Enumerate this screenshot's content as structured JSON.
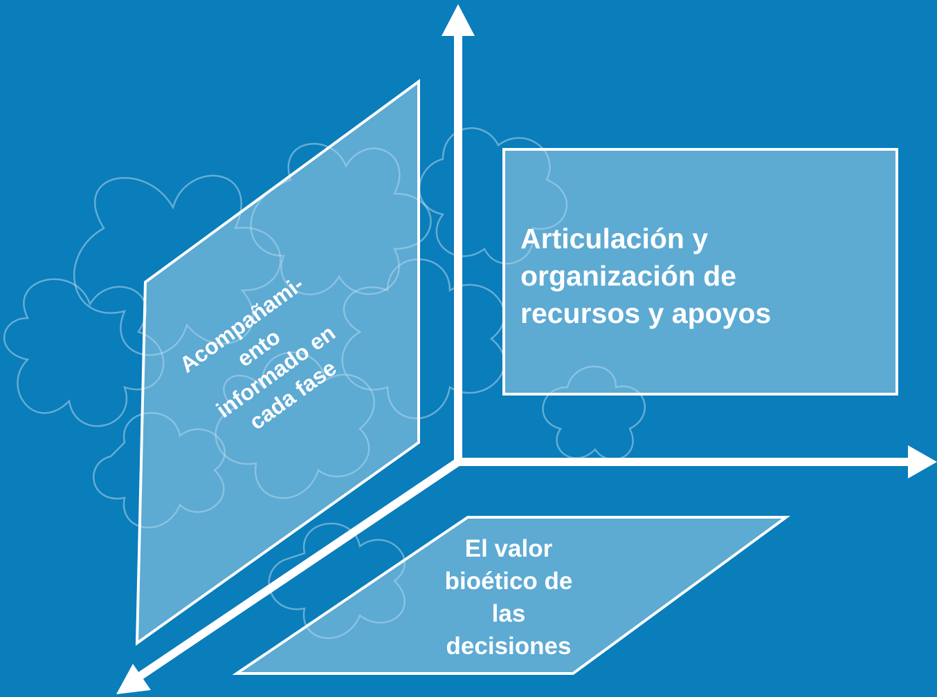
{
  "colors": {
    "background": "#0a7dbb",
    "panel_fill": "rgba(175,215,235,0.5)",
    "stroke": "#ffffff",
    "flower_outline": "rgba(210,232,245,0.45)"
  },
  "decoration": {
    "background_motif": "flower-outline-icon"
  },
  "axes": {
    "arrowheads": [
      "arrow-up-icon",
      "arrow-right-icon",
      "arrow-down-left-icon"
    ]
  },
  "panels": {
    "right": {
      "lines": [
        "Articulación y",
        "organización de",
        "recursos y apoyos"
      ]
    },
    "left": {
      "lines": [
        "Acompañami-",
        "ento",
        "informado en",
        "cada fase"
      ]
    },
    "bottom": {
      "lines": [
        "El valor",
        "bioético de",
        "las",
        "decisiones"
      ]
    }
  }
}
